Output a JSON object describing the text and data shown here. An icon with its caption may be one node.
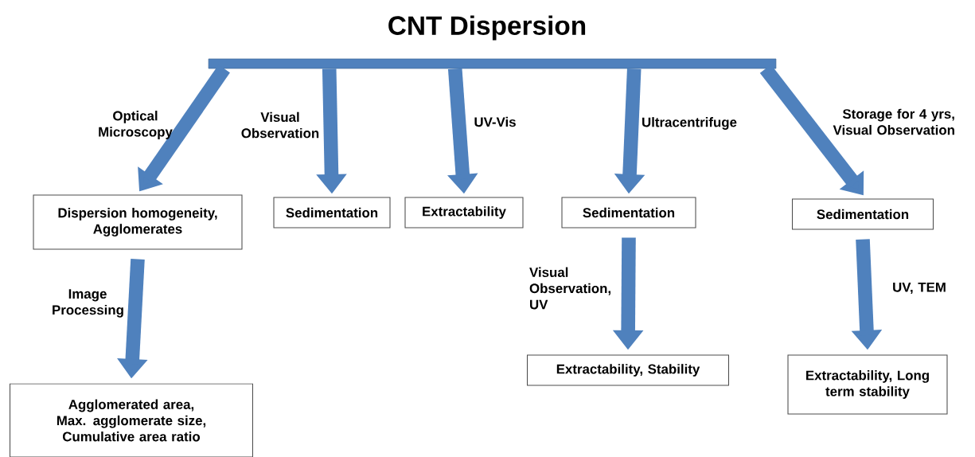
{
  "diagram": {
    "title": "CNT Dispersion",
    "nodes": [
      {
        "text": [],
        "shape": "bar"
      },
      {
        "text": [
          "Dispersion homogeneity, Agglomerates"
        ]
      },
      {
        "text": [
          "Sedimentation"
        ]
      },
      {
        "text": [
          "Extractability"
        ]
      },
      {
        "text": [
          "Sedimentation"
        ]
      },
      {
        "text": [
          "Sedimentation"
        ]
      },
      {
        "text": [
          "Agglomerated area, Max. agglomerate size, Cumulative area ratio"
        ]
      },
      {
        "text": [
          "Extractability, Stability"
        ]
      },
      {
        "text": [
          "Extractability, Long term stability"
        ]
      }
    ],
    "edges": [
      {
        "from": 0,
        "to": 1,
        "arrow": "to",
        "label": "Optical Microscopy"
      },
      {
        "from": 0,
        "to": 2,
        "arrow": "to",
        "label": "Visual Observation"
      },
      {
        "from": 0,
        "to": 3,
        "arrow": "to",
        "label": "UV-Vis"
      },
      {
        "from": 0,
        "to": 4,
        "arrow": "to",
        "label": "Ultracentrifuge"
      },
      {
        "from": 0,
        "to": 5,
        "arrow": "to",
        "label": "Storage for 4 yrs, Visual Observation"
      },
      {
        "from": 1,
        "to": 6,
        "arrow": "to",
        "label": "Image Processing"
      },
      {
        "from": 4,
        "to": 7,
        "arrow": "to",
        "label": "Visual Observation, UV"
      },
      {
        "from": 5,
        "to": 8,
        "arrow": "to",
        "label": "UV, TEM"
      }
    ]
  }
}
